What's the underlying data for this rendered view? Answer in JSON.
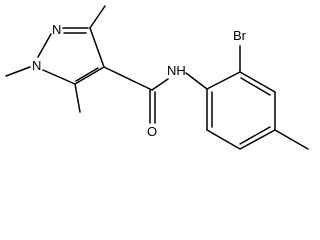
{
  "molecule": {
    "atoms": [
      {
        "label": "N",
        "role": "pyrazole nitrogen N2"
      },
      {
        "label": "N",
        "role": "pyrazole nitrogen N1"
      },
      {
        "label": "NH",
        "role": "amide nitrogen"
      },
      {
        "label": "O",
        "role": "carbonyl oxygen"
      },
      {
        "label": "Br",
        "role": "aryl bromine"
      }
    ]
  }
}
